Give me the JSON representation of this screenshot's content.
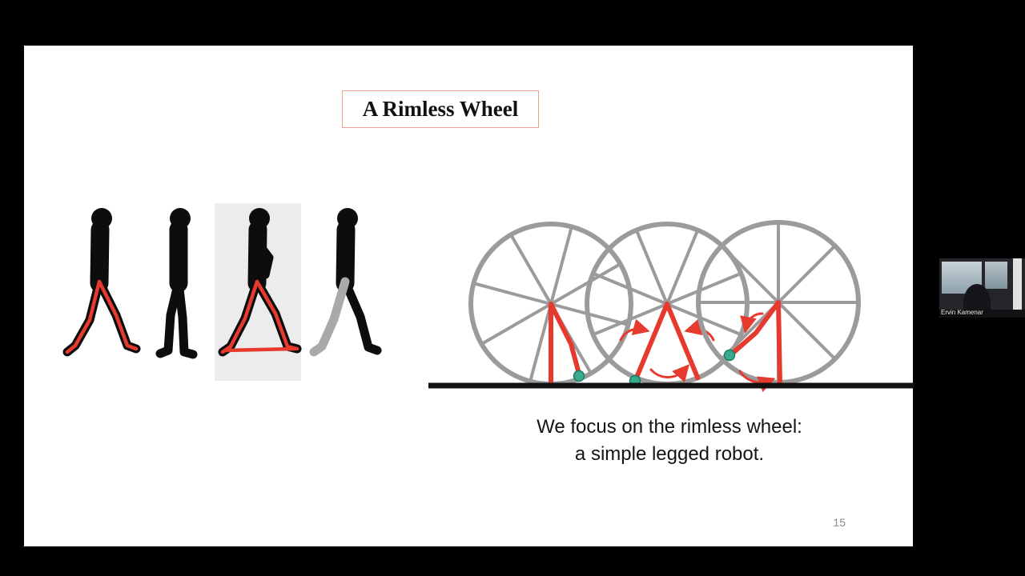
{
  "slide": {
    "title": "A Rimless Wheel",
    "caption_line1": "We focus on the rimless wheel:",
    "caption_line2": "a simple legged robot.",
    "page_number": "15"
  },
  "webcam": {
    "participant_name": "Ervin Kamenar"
  },
  "icons": {
    "walking_figures": "walking-human-silhouette-sequence",
    "rimless_wheels": "rimless-wheel-rolling-diagram",
    "contact_marker": "green-contact-dot"
  },
  "colors": {
    "page_bg": "#000000",
    "slide_bg": "#ffffff",
    "accent_red": "#e63a2e",
    "wheel_gray": "#9b9b9b",
    "contact_green": "#3aaa8c",
    "title_border": "#f0a090",
    "ground_black": "#111111"
  }
}
